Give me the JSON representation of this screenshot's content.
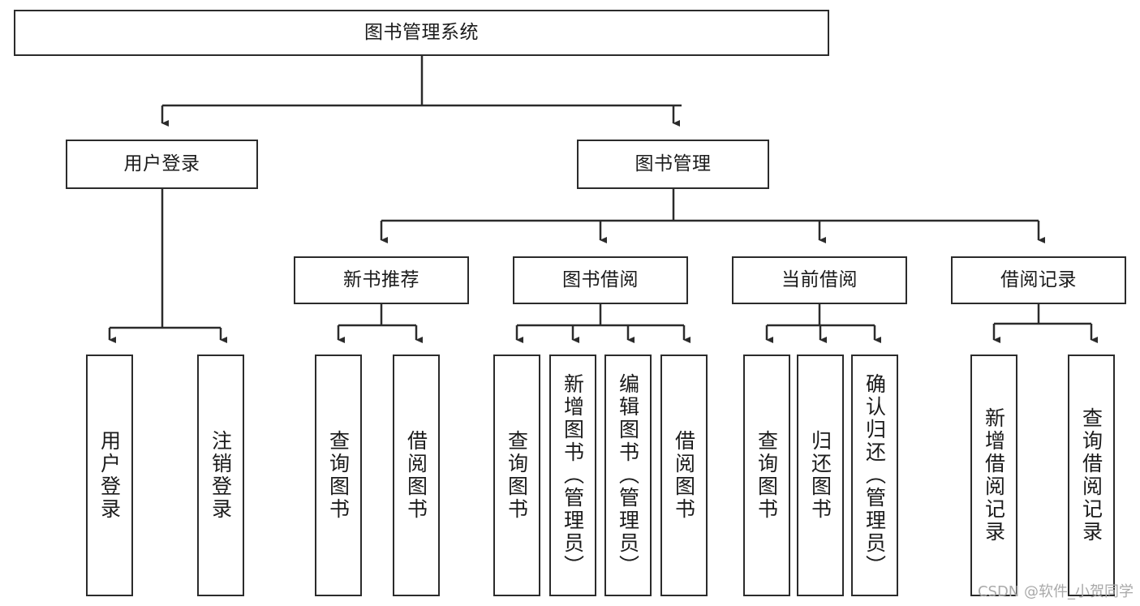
{
  "diagram": {
    "title": "图书管理系统",
    "watermark": "CSDN @软件_小贺同学",
    "stroke_color": "#2b2b2b",
    "text_color": "#1b1b1b",
    "background": "#ffffff",
    "root": {
      "label": "图书管理系统"
    },
    "level2": [
      {
        "label": "用户登录"
      },
      {
        "label": "图书管理"
      }
    ],
    "level3": [
      {
        "label": "新书推荐"
      },
      {
        "label": "图书借阅"
      },
      {
        "label": "当前借阅"
      },
      {
        "label": "借阅记录"
      }
    ],
    "leaves": {
      "user_login": [
        {
          "label": "用户登录"
        },
        {
          "label": "注销登录"
        }
      ],
      "new_book_recommend": [
        {
          "label": "查询图书"
        },
        {
          "label": "借阅图书"
        }
      ],
      "book_borrow": [
        {
          "label": "查询图书"
        },
        {
          "label": "新增图书（管理员）"
        },
        {
          "label": "编辑图书（管理员）"
        },
        {
          "label": "借阅图书"
        }
      ],
      "current_borrow": [
        {
          "label": "查询图书"
        },
        {
          "label": "归还图书"
        },
        {
          "label": "确认归还（管理员）"
        }
      ],
      "borrow_record": [
        {
          "label": "新增借阅记录"
        },
        {
          "label": "查询借阅记录"
        }
      ]
    }
  }
}
